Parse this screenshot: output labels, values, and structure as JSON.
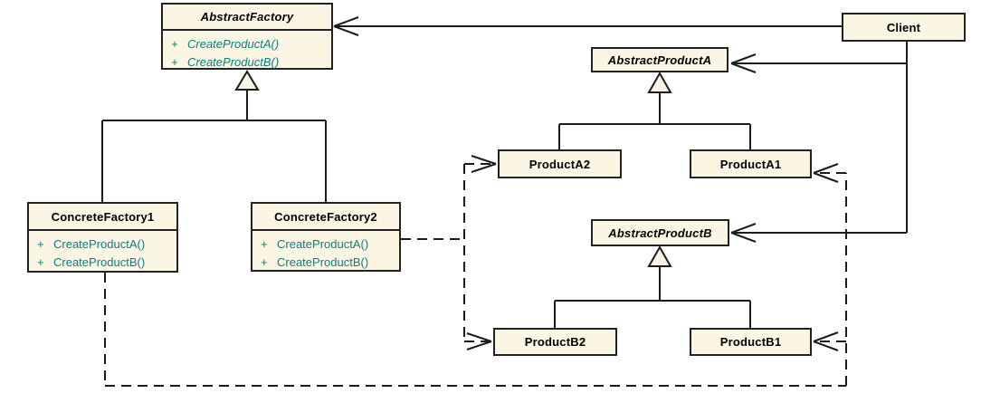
{
  "diagram": {
    "type": "uml-class-diagram",
    "pattern": "Abstract Factory",
    "colors": {
      "background": "#ffffff",
      "box_fill": "#fbf6e4",
      "box_border": "#222222",
      "line": "#1c1c1c",
      "title_text": "#000000",
      "method_text": "#0e7d7d"
    },
    "classes": {
      "abstractFactory": {
        "name": "AbstractFactory",
        "abstract": true,
        "methods": [
          {
            "visibility": "+",
            "name": "CreateProductA()"
          },
          {
            "visibility": "+",
            "name": "CreateProductB()"
          }
        ]
      },
      "client": {
        "name": "Client",
        "abstract": false
      },
      "abstractProductA": {
        "name": "AbstractProductA",
        "abstract": true
      },
      "productA2": {
        "name": "ProductA2",
        "abstract": false
      },
      "productA1": {
        "name": "ProductA1",
        "abstract": false
      },
      "abstractProductB": {
        "name": "AbstractProductB",
        "abstract": true
      },
      "productB2": {
        "name": "ProductB2",
        "abstract": false
      },
      "productB1": {
        "name": "ProductB1",
        "abstract": false
      },
      "concreteFactory1": {
        "name": "ConcreteFactory1",
        "abstract": false,
        "methods": [
          {
            "visibility": "+",
            "name": "CreateProductA()"
          },
          {
            "visibility": "+",
            "name": "CreateProductB()"
          }
        ]
      },
      "concreteFactory2": {
        "name": "ConcreteFactory2",
        "abstract": false,
        "methods": [
          {
            "visibility": "+",
            "name": "CreateProductA()"
          },
          {
            "visibility": "+",
            "name": "CreateProductB()"
          }
        ]
      }
    },
    "relationships": [
      {
        "type": "association",
        "from": "Client",
        "to": "AbstractFactory"
      },
      {
        "type": "association",
        "from": "Client",
        "to": "AbstractProductA"
      },
      {
        "type": "association",
        "from": "Client",
        "to": "AbstractProductB"
      },
      {
        "type": "generalization",
        "from": "ConcreteFactory1",
        "to": "AbstractFactory"
      },
      {
        "type": "generalization",
        "from": "ConcreteFactory2",
        "to": "AbstractFactory"
      },
      {
        "type": "generalization",
        "from": "ProductA2",
        "to": "AbstractProductA"
      },
      {
        "type": "generalization",
        "from": "ProductA1",
        "to": "AbstractProductA"
      },
      {
        "type": "generalization",
        "from": "ProductB2",
        "to": "AbstractProductB"
      },
      {
        "type": "generalization",
        "from": "ProductB1",
        "to": "AbstractProductB"
      },
      {
        "type": "dependency",
        "from": "ConcreteFactory2",
        "to": "ProductA2"
      },
      {
        "type": "dependency",
        "from": "ConcreteFactory2",
        "to": "ProductB2"
      },
      {
        "type": "dependency",
        "from": "ConcreteFactory1",
        "to": "ProductA1"
      },
      {
        "type": "dependency",
        "from": "ConcreteFactory1",
        "to": "ProductB1"
      }
    ]
  }
}
